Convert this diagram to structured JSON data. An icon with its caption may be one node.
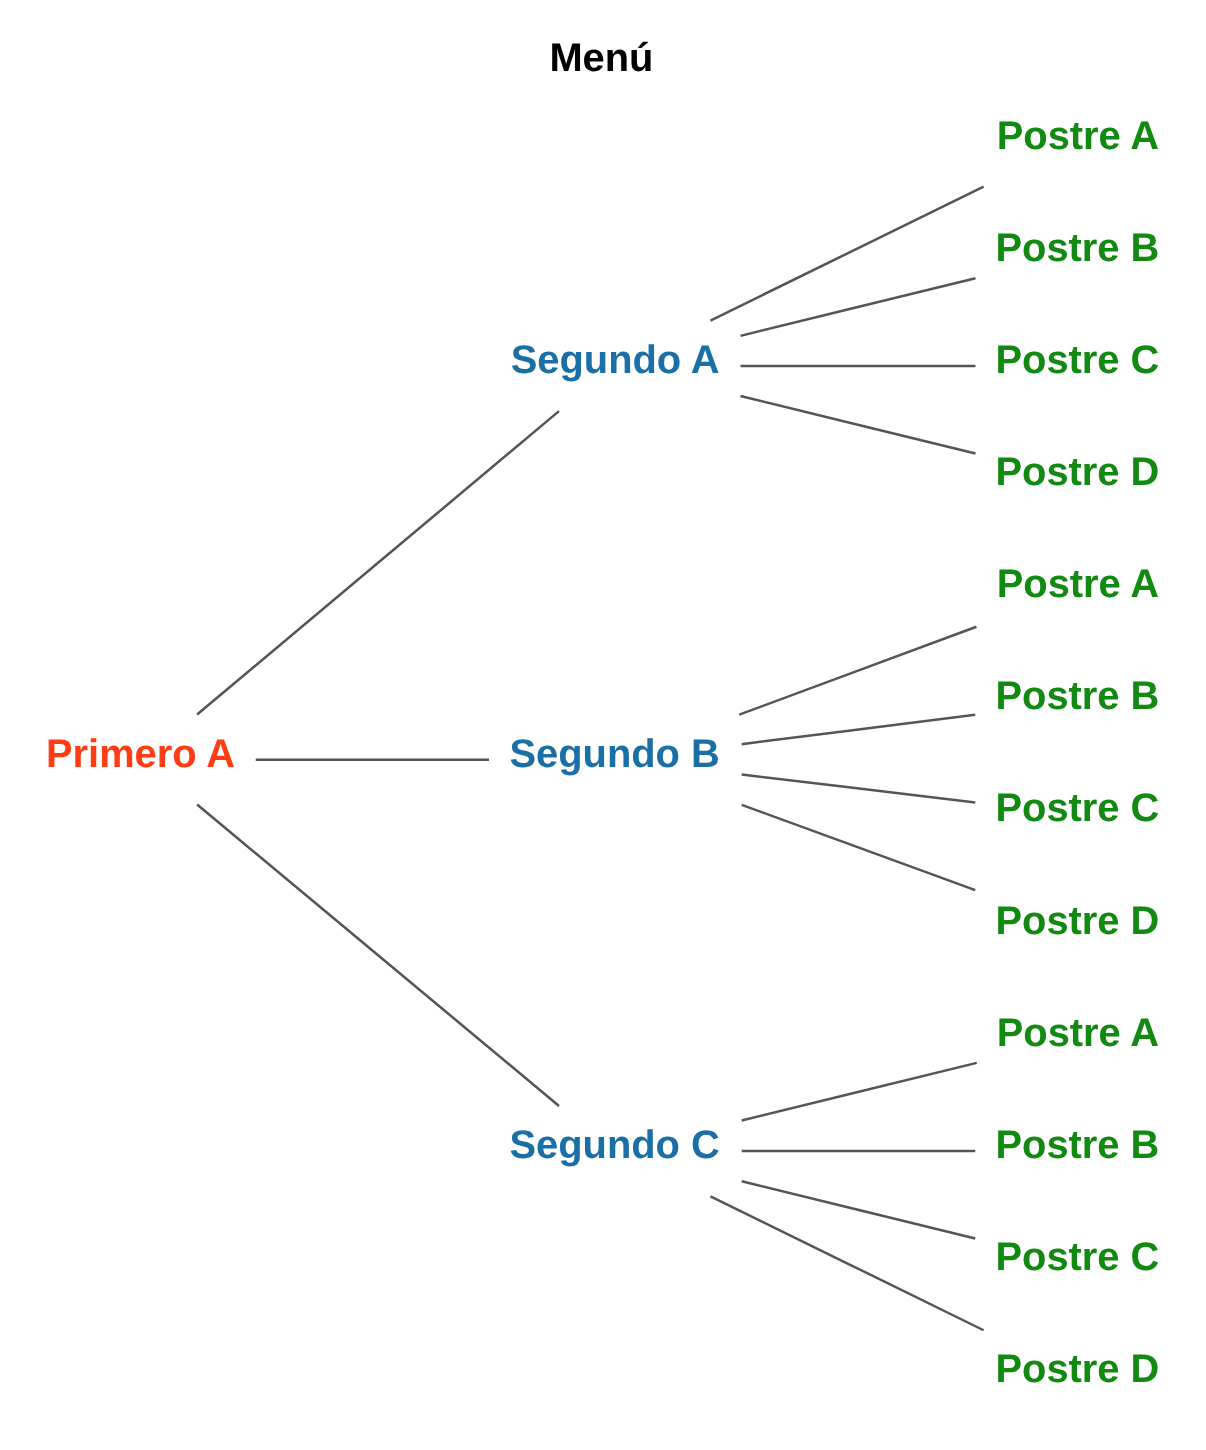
{
  "diagram": {
    "title": "Menú",
    "nodes": [
      {
        "text": [
          "Primero A"
        ]
      },
      {
        "text": [
          "Segundo A"
        ]
      },
      {
        "text": [
          "Postre A"
        ]
      },
      {
        "text": [
          "Postre B"
        ]
      },
      {
        "text": [
          "Postre C"
        ]
      },
      {
        "text": [
          "Postre D"
        ]
      },
      {
        "text": [
          "Segundo B"
        ]
      },
      {
        "text": [
          "Postre A"
        ]
      },
      {
        "text": [
          "Postre B"
        ]
      },
      {
        "text": [
          "Postre C"
        ]
      },
      {
        "text": [
          "Postre D"
        ]
      },
      {
        "text": [
          "Segundo C"
        ]
      },
      {
        "text": [
          "Postre A"
        ]
      },
      {
        "text": [
          "Postre B"
        ]
      },
      {
        "text": [
          "Postre C"
        ]
      },
      {
        "text": [
          "Postre D"
        ]
      }
    ],
    "edges": [
      {
        "from": 0,
        "to": 1,
        "arrow": "none"
      },
      {
        "from": 0,
        "to": 6,
        "arrow": "none"
      },
      {
        "from": 0,
        "to": 11,
        "arrow": "none"
      },
      {
        "from": 1,
        "to": 2,
        "arrow": "none"
      },
      {
        "from": 1,
        "to": 3,
        "arrow": "none"
      },
      {
        "from": 1,
        "to": 4,
        "arrow": "none"
      },
      {
        "from": 1,
        "to": 5,
        "arrow": "none"
      },
      {
        "from": 6,
        "to": 7,
        "arrow": "none"
      },
      {
        "from": 6,
        "to": 8,
        "arrow": "none"
      },
      {
        "from": 6,
        "to": 9,
        "arrow": "none"
      },
      {
        "from": 6,
        "to": 10,
        "arrow": "none"
      },
      {
        "from": 11,
        "to": 12,
        "arrow": "none"
      },
      {
        "from": 11,
        "to": 13,
        "arrow": "none"
      },
      {
        "from": 11,
        "to": 14,
        "arrow": "none"
      },
      {
        "from": 11,
        "to": 15,
        "arrow": "none"
      }
    ]
  }
}
